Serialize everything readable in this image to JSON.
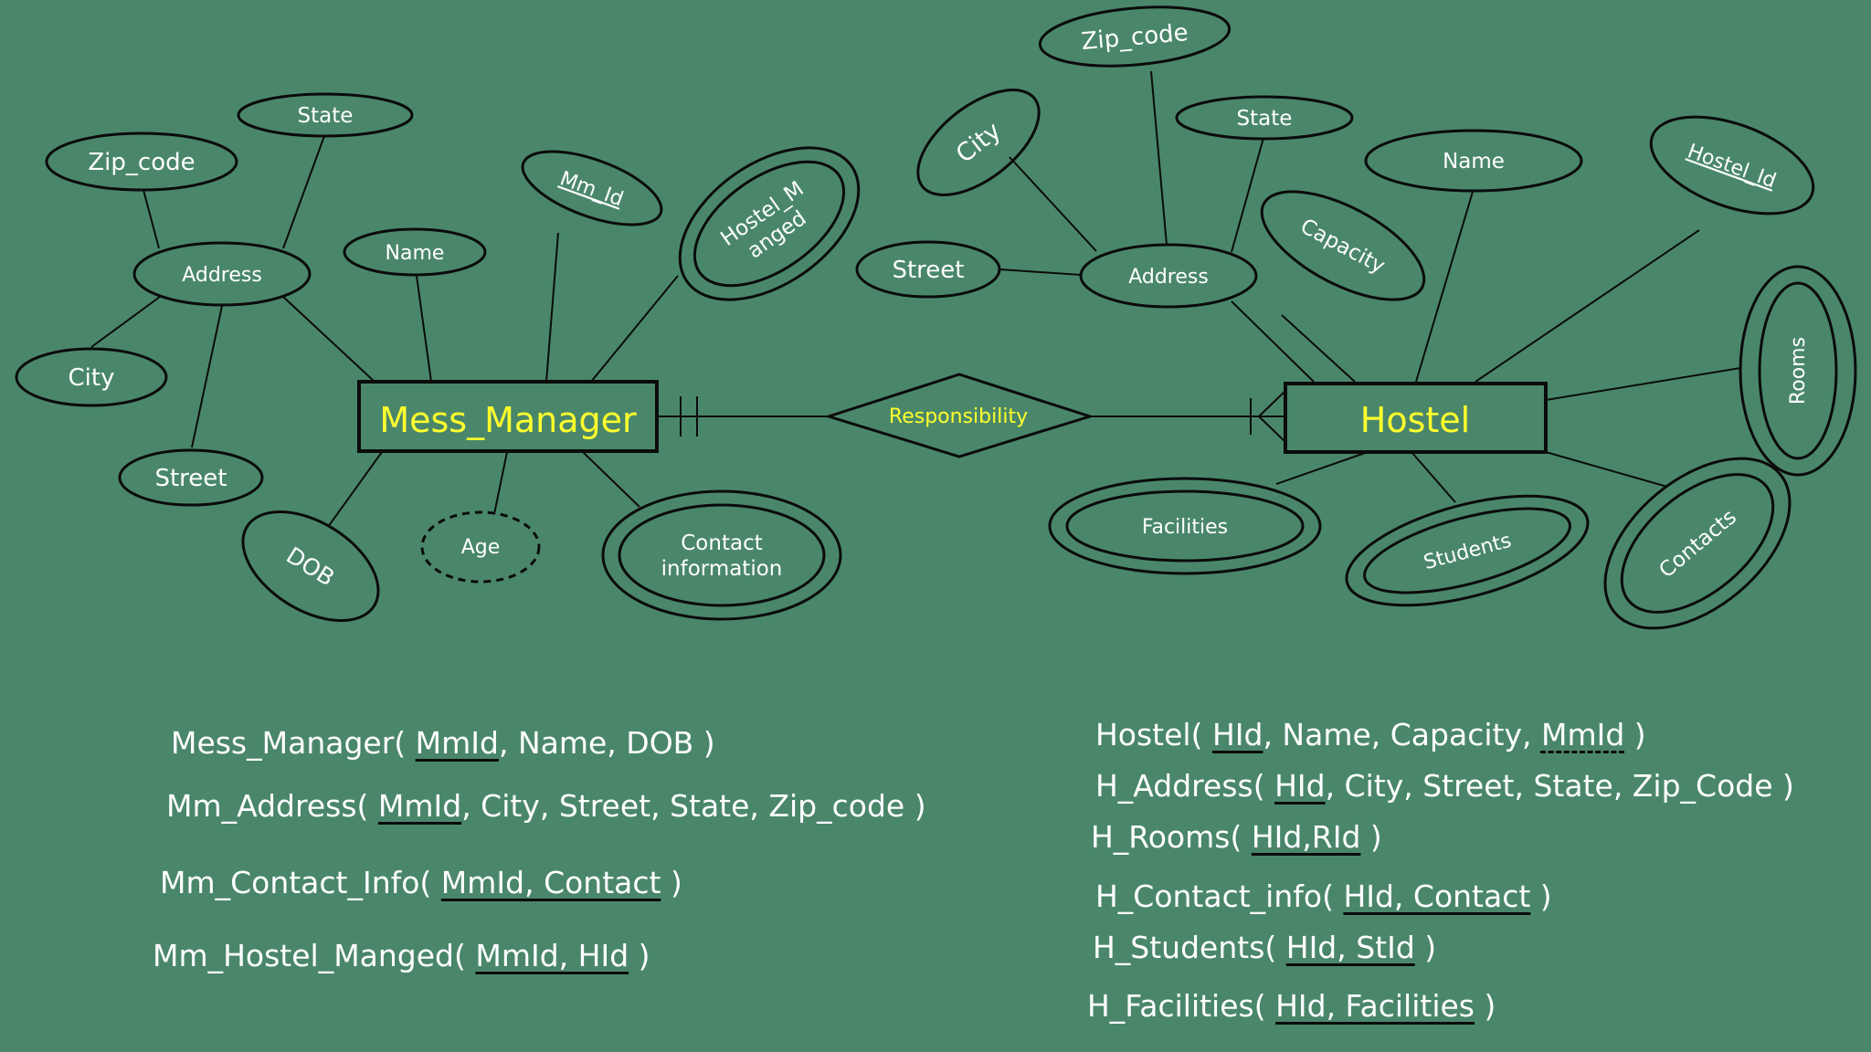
{
  "diagram": {
    "entities": {
      "mess_manager": "Mess_Manager",
      "hostel": "Hostel"
    },
    "relationship": "Responsibility",
    "mess_manager_attributes": {
      "state": "State",
      "zip_code": "Zip_code",
      "address": "Address",
      "name": "Name",
      "mm_id": "Mm_Id",
      "hostel_managed_1": "Hostel_M",
      "hostel_managed_2": "anged",
      "city": "City",
      "street": "Street",
      "dob": "DOB",
      "age": "Age",
      "contact_1": "Contact",
      "contact_2": "information"
    },
    "hostel_attributes": {
      "zip_code": "Zip_code",
      "city": "City",
      "state": "State",
      "name": "Name",
      "hostel_id": "Hostel_Id",
      "street": "Street",
      "address": "Address",
      "capacity": "Capacity",
      "rooms": "Rooms",
      "facilities": "Facilities",
      "students": "Students",
      "contacts": "Contacts"
    }
  },
  "schema_left": [
    [
      {
        "t": "Mess_Manager( "
      },
      {
        "t": "MmId",
        "k": "pk"
      },
      {
        "t": ", Name, DOB )"
      }
    ],
    [
      {
        "t": "Mm_Address( "
      },
      {
        "t": "MmId",
        "k": "pk"
      },
      {
        "t": ", City, Street, State, Zip_code )"
      }
    ],
    [
      {
        "t": "Mm_Contact_Info( "
      },
      {
        "t": "MmId, Contact",
        "k": "pk"
      },
      {
        "t": " )"
      }
    ],
    [
      {
        "t": "Mm_Hostel_Manged( "
      },
      {
        "t": "MmId, HId",
        "k": "pk"
      },
      {
        "t": " )"
      }
    ]
  ],
  "schema_right": [
    [
      {
        "t": "Hostel( "
      },
      {
        "t": "HId",
        "k": "pk"
      },
      {
        "t": ", Name, Capacity, "
      },
      {
        "t": "MmId",
        "k": "fk"
      },
      {
        "t": " )"
      }
    ],
    [
      {
        "t": "H_Address( "
      },
      {
        "t": "HId",
        "k": "pk"
      },
      {
        "t": ", City, Street, State, Zip_Code )"
      }
    ],
    [
      {
        "t": "H_Rooms( "
      },
      {
        "t": "HId,RId",
        "k": "pk"
      },
      {
        "t": " )"
      }
    ],
    [
      {
        "t": "H_Contact_info( "
      },
      {
        "t": "HId, Contact",
        "k": "pk"
      },
      {
        "t": " )"
      }
    ],
    [
      {
        "t": "H_Students( "
      },
      {
        "t": "HId, StId",
        "k": "pk"
      },
      {
        "t": " )"
      }
    ],
    [
      {
        "t": "H_Facilities( "
      },
      {
        "t": "HId, Facilities",
        "k": "pk"
      },
      {
        "t": " )"
      }
    ]
  ],
  "colors": {
    "background": "#4a876a",
    "outline": "#0b0b0b",
    "entity_text": "#ffff2e",
    "attribute_text": "#ffffff"
  }
}
